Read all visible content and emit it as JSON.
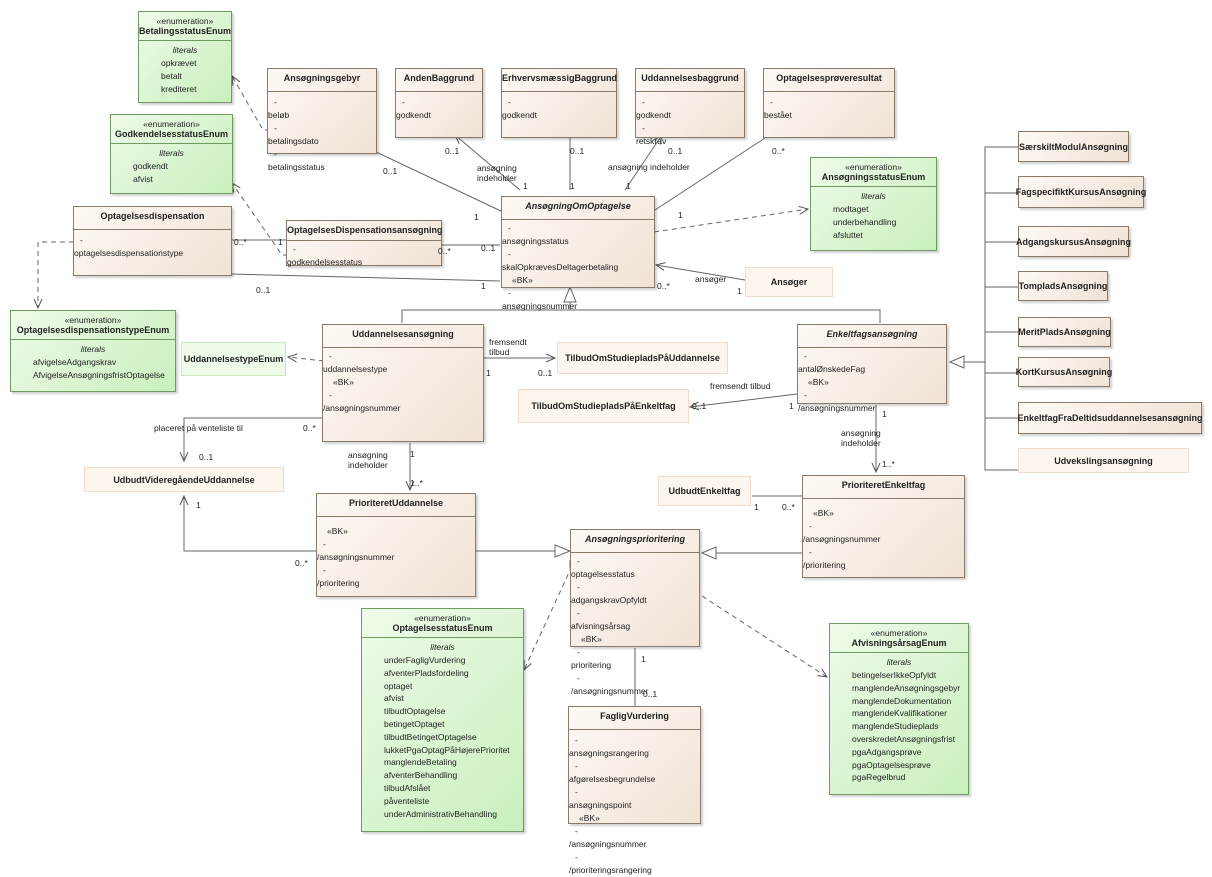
{
  "enums": {
    "betalingsstatus": {
      "stereotype": "«enumeration»",
      "name": "BetalingsstatusEnum",
      "literals_label": "literals",
      "values": [
        "opkrævet",
        "betalt",
        "krediteret"
      ]
    },
    "godkendelsesstatus": {
      "stereotype": "«enumeration»",
      "name": "GodkendelsesstatusEnum",
      "literals_label": "literals",
      "values": [
        "godkendt",
        "afvist"
      ]
    },
    "dispensationstype": {
      "stereotype": "«enumeration»",
      "name": "OptagelsesdispensationstypeEnum",
      "literals_label": "literals",
      "values": [
        "afvigelseAdgangskrav",
        "AfvigelseAnsøgningsfristOptagelse"
      ]
    },
    "ansoegningsstatus": {
      "stereotype": "«enumeration»",
      "name": "AnsøgningsstatusEnum",
      "literals_label": "literals",
      "values": [
        "modtaget",
        "underbehandling",
        "afsluttet"
      ]
    },
    "optagelsesstatus": {
      "stereotype": "«enumeration»",
      "name": "OptagelsesstatusEnum",
      "literals_label": "literals",
      "values": [
        "underFagligVurdering",
        "afventerPladsfordeling",
        "optaget",
        "afvist",
        "tilbudtOptagelse",
        "betingetOptaget",
        "tilbudtBetingetOptagelse",
        "lukketPgaOptagPåHøjerePrioritet",
        "manglendeBetaling",
        "afventerBehandling",
        "tilbudAfslået",
        "påventeliste",
        "underAdministrativBehandling"
      ]
    },
    "afvisningsaarsag": {
      "stereotype": "«enumeration»",
      "name": "AfvisningsårsagEnum",
      "literals_label": "literals",
      "values": [
        "betingelserIkkeOpfyldt",
        "manglendeAnsøgningsgebyr",
        "manglendeDokumentation",
        "manglendeKvalifikationer",
        "manglendeStudieplads",
        "overskredetAnsøgningsfrist",
        "pgaAdgangsprøve",
        "pgaOptagelsesprøve",
        "pgaRegelbrud"
      ]
    }
  },
  "classes": {
    "gebyr": {
      "name": "Ansøgningsgebyr",
      "attrs": [
        {
          "vis": "-",
          "name": "beløb"
        },
        {
          "vis": "-",
          "name": "betalingsdato"
        },
        {
          "vis": "-",
          "name": "betalingsstatus"
        }
      ]
    },
    "anden": {
      "name": "AndenBaggrund",
      "attrs": [
        {
          "vis": "-",
          "name": "godkendt"
        }
      ]
    },
    "erhverv": {
      "name": "ErhvervsmæssigBaggrund",
      "attrs": [
        {
          "vis": "-",
          "name": "godkendt"
        }
      ]
    },
    "uddbaggrund": {
      "name": "Uddannelsesbaggrund",
      "attrs": [
        {
          "vis": "-",
          "name": "godkendt"
        },
        {
          "vis": "-",
          "name": "retskrav"
        }
      ]
    },
    "proeve": {
      "name": "Optagelsesprøveresultat",
      "attrs": [
        {
          "vis": "-",
          "name": "bestået"
        }
      ]
    },
    "dispensation": {
      "name": "Optagelsesdispensation",
      "attrs": [
        {
          "vis": "-",
          "name": "optagelsesdispensationstype"
        }
      ]
    },
    "dispansoegning": {
      "name": "OptagelsesDispensationsansøgning",
      "attrs": [
        {
          "vis": "-",
          "name": "godkendelsesstatus"
        }
      ]
    },
    "ansoegning": {
      "name": "AnsøgningOmOptagelse",
      "attrs": [
        {
          "vis": "-",
          "name": "ansøgningsstatus"
        },
        {
          "vis": "-",
          "name": "skalOpkrævesDeltagerbetaling"
        }
      ],
      "bk_label": "«BK»",
      "bk_attrs": [
        {
          "vis": "-",
          "name": "ansøgningsnummer"
        }
      ]
    },
    "uddansoegning": {
      "name": "Uddannelsesansøgning",
      "attrs": [
        {
          "vis": "-",
          "name": "uddannelsestype"
        }
      ],
      "bk_label": "«BK»",
      "bk_attrs": [
        {
          "vis": "-",
          "name": "/ansøgningsnummer"
        }
      ]
    },
    "enkeltfag": {
      "name": "Enkeltfagsansøgning",
      "attrs": [
        {
          "vis": "-",
          "name": "antalØnskedeFag"
        }
      ],
      "bk_label": "«BK»",
      "bk_attrs": [
        {
          "vis": "-",
          "name": "/ansøgningsnummer"
        }
      ]
    },
    "priuddannelse": {
      "name": "PrioriteretUddannelse",
      "bk_label": "«BK»",
      "bk_attrs": [
        {
          "vis": "-",
          "name": "/ansøgningsnummer"
        },
        {
          "vis": "-",
          "name": "/prioritering"
        }
      ]
    },
    "prienkeltfag": {
      "name": "PrioriteretEnkeltfag",
      "bk_label": "«BK»",
      "bk_attrs": [
        {
          "vis": "-",
          "name": "/ansøgningsnummer"
        },
        {
          "vis": "-",
          "name": "/prioritering"
        }
      ]
    },
    "prioritering": {
      "name": "Ansøgningsprioritering",
      "attrs": [
        {
          "vis": "-",
          "name": "optagelsesstatus"
        },
        {
          "vis": "-",
          "name": "adgangskravOpfyldt"
        },
        {
          "vis": "-",
          "name": "afvisningsårsag"
        }
      ],
      "bk_label": "«BK»",
      "bk_attrs": [
        {
          "vis": "-",
          "name": "prioritering"
        },
        {
          "vis": "-",
          "name": "/ansøgningsnummer"
        }
      ]
    },
    "faglig": {
      "name": "FagligVurdering",
      "attrs": [
        {
          "vis": "-",
          "name": "ansøgningsrangering"
        },
        {
          "vis": "-",
          "name": "afgørelsesbegrundelse"
        },
        {
          "vis": "-",
          "name": "ansøgningspoint"
        }
      ],
      "bk_label": "«BK»",
      "bk_attrs": [
        {
          "vis": "-",
          "name": "/ansøgningsnummer"
        },
        {
          "vis": "-",
          "name": "/prioriteringsrangering"
        }
      ]
    }
  },
  "simple": {
    "ansoeger": "Ansøger",
    "uddtypeenum": "UddannelsestypeEnum",
    "tilbud_udd": "TilbudOmStudiepladsPåUddannelse",
    "tilbud_enk": "TilbudOmStudiepladsPåEnkeltfag",
    "udbudt_vgu": "UdbudtVideregåendeUddannelse",
    "udbudt_enk": "UdbudtEnkeltfag",
    "sub1": "SærskiltModulAnsøgning",
    "sub2": "FagspecifiktKursusAnsøgning",
    "sub3": "AdgangskursusAnsøgning",
    "sub4": "TompladsAnsøgning",
    "sub5": "MeritPladsAnsøgning",
    "sub6": "KortKursusAnsøgning",
    "sub7": "EnkeltfagFraDeltidsuddannelsesansøgning",
    "sub8": "Udvekslingsansøgning"
  },
  "labels": {
    "m_gebyr_near": "0..1",
    "m_gebyr_far": "1",
    "m_anden_near": "0..1",
    "m_anden_far": "1",
    "ansoegning_indeholder_1": "ansøgning\nindeholder",
    "m_erhverv_near": "0..1",
    "m_erhverv_far": "1",
    "m_uddb_near": "0..1",
    "m_uddb_far": "1",
    "ansoegning_indeholder_2": "ansøgning indeholder",
    "m_proeve_near": "0..*",
    "m_proeve_far": "1",
    "m_status_1": "1",
    "m_disp_left": "0..*",
    "m_disp_right": "1",
    "m_dispans_a": "0..*",
    "m_dispans_b": "0..1",
    "m_disp_bottom": "0..1",
    "m_disp_bottom2": "1",
    "ansoeger_role": "ansøger",
    "m_ansoeger_a": "0..*",
    "m_ansoeger_b": "1",
    "fremsendt_tilbud_1": "fremsendt\ntilbud",
    "m_tud_a": "1",
    "m_tud_b": "0..1",
    "fremsendt_tilbud_2": "fremsendt tilbud",
    "m_tenk_a": "1",
    "m_tenk_b": "0..1",
    "placeret": "placeret på venteliste til",
    "m_plac_a": "0..*",
    "m_plac_b": "0..1",
    "ansoegning_indeholder_3": "ansøgning\nindeholder",
    "m_priudd_a": "1",
    "m_priudd_b": "1..*",
    "ansoegning_indeholder_4": "ansøgning\nindeholder",
    "m_prienk_a": "1",
    "m_prienk_b": "1..*",
    "m_vgu_a": "1",
    "m_vgu_b": "0..*",
    "m_enk_a": "1",
    "m_enk_b": "0..*",
    "m_faglig_a": "1",
    "m_faglig_b": "0..1"
  }
}
